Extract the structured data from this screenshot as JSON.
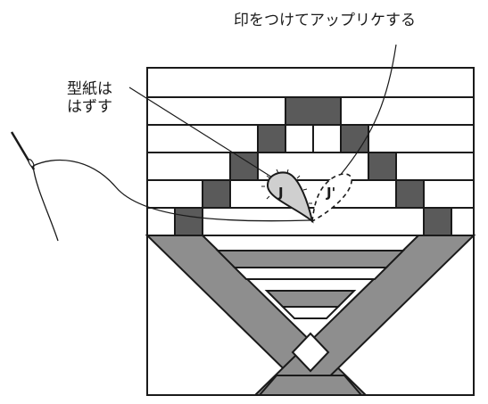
{
  "labels": {
    "apply": "印をつけてアップリケする",
    "remove_line1": "型紙は",
    "remove_line2": "はずす"
  },
  "pieces": {
    "template": "J",
    "marked": "J'"
  },
  "colors": {
    "dark": "#5a5a5a",
    "medium": "#8e8e8e",
    "light": "#cfcfcf",
    "line": "#1a1a1a",
    "background": "#ffffff"
  }
}
